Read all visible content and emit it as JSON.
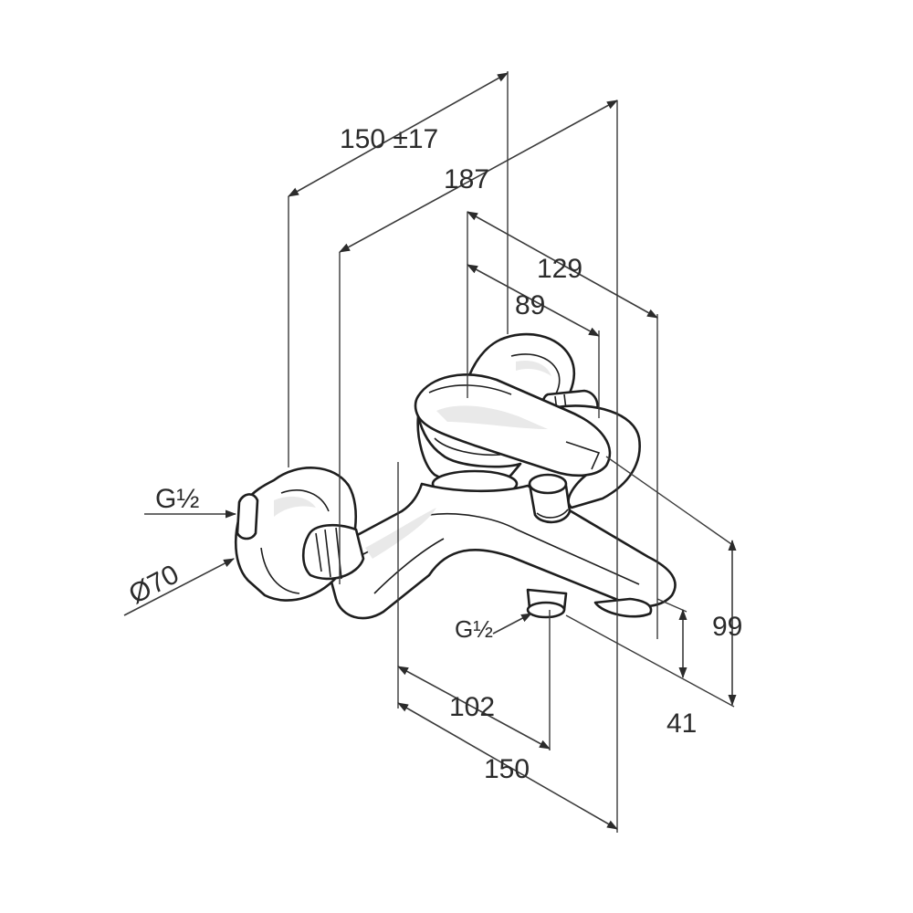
{
  "dimensions": {
    "length_adjustable": "150 ±17",
    "total_projection": "187",
    "outlet_projection": "129",
    "lever_projection": "89",
    "height_total": "99",
    "spout_height": "41",
    "center_distance": "102",
    "depth": "150"
  },
  "labels": {
    "inlet_thread": "G½",
    "rosette_diameter": "Ø70",
    "outlet_thread": "G½"
  }
}
